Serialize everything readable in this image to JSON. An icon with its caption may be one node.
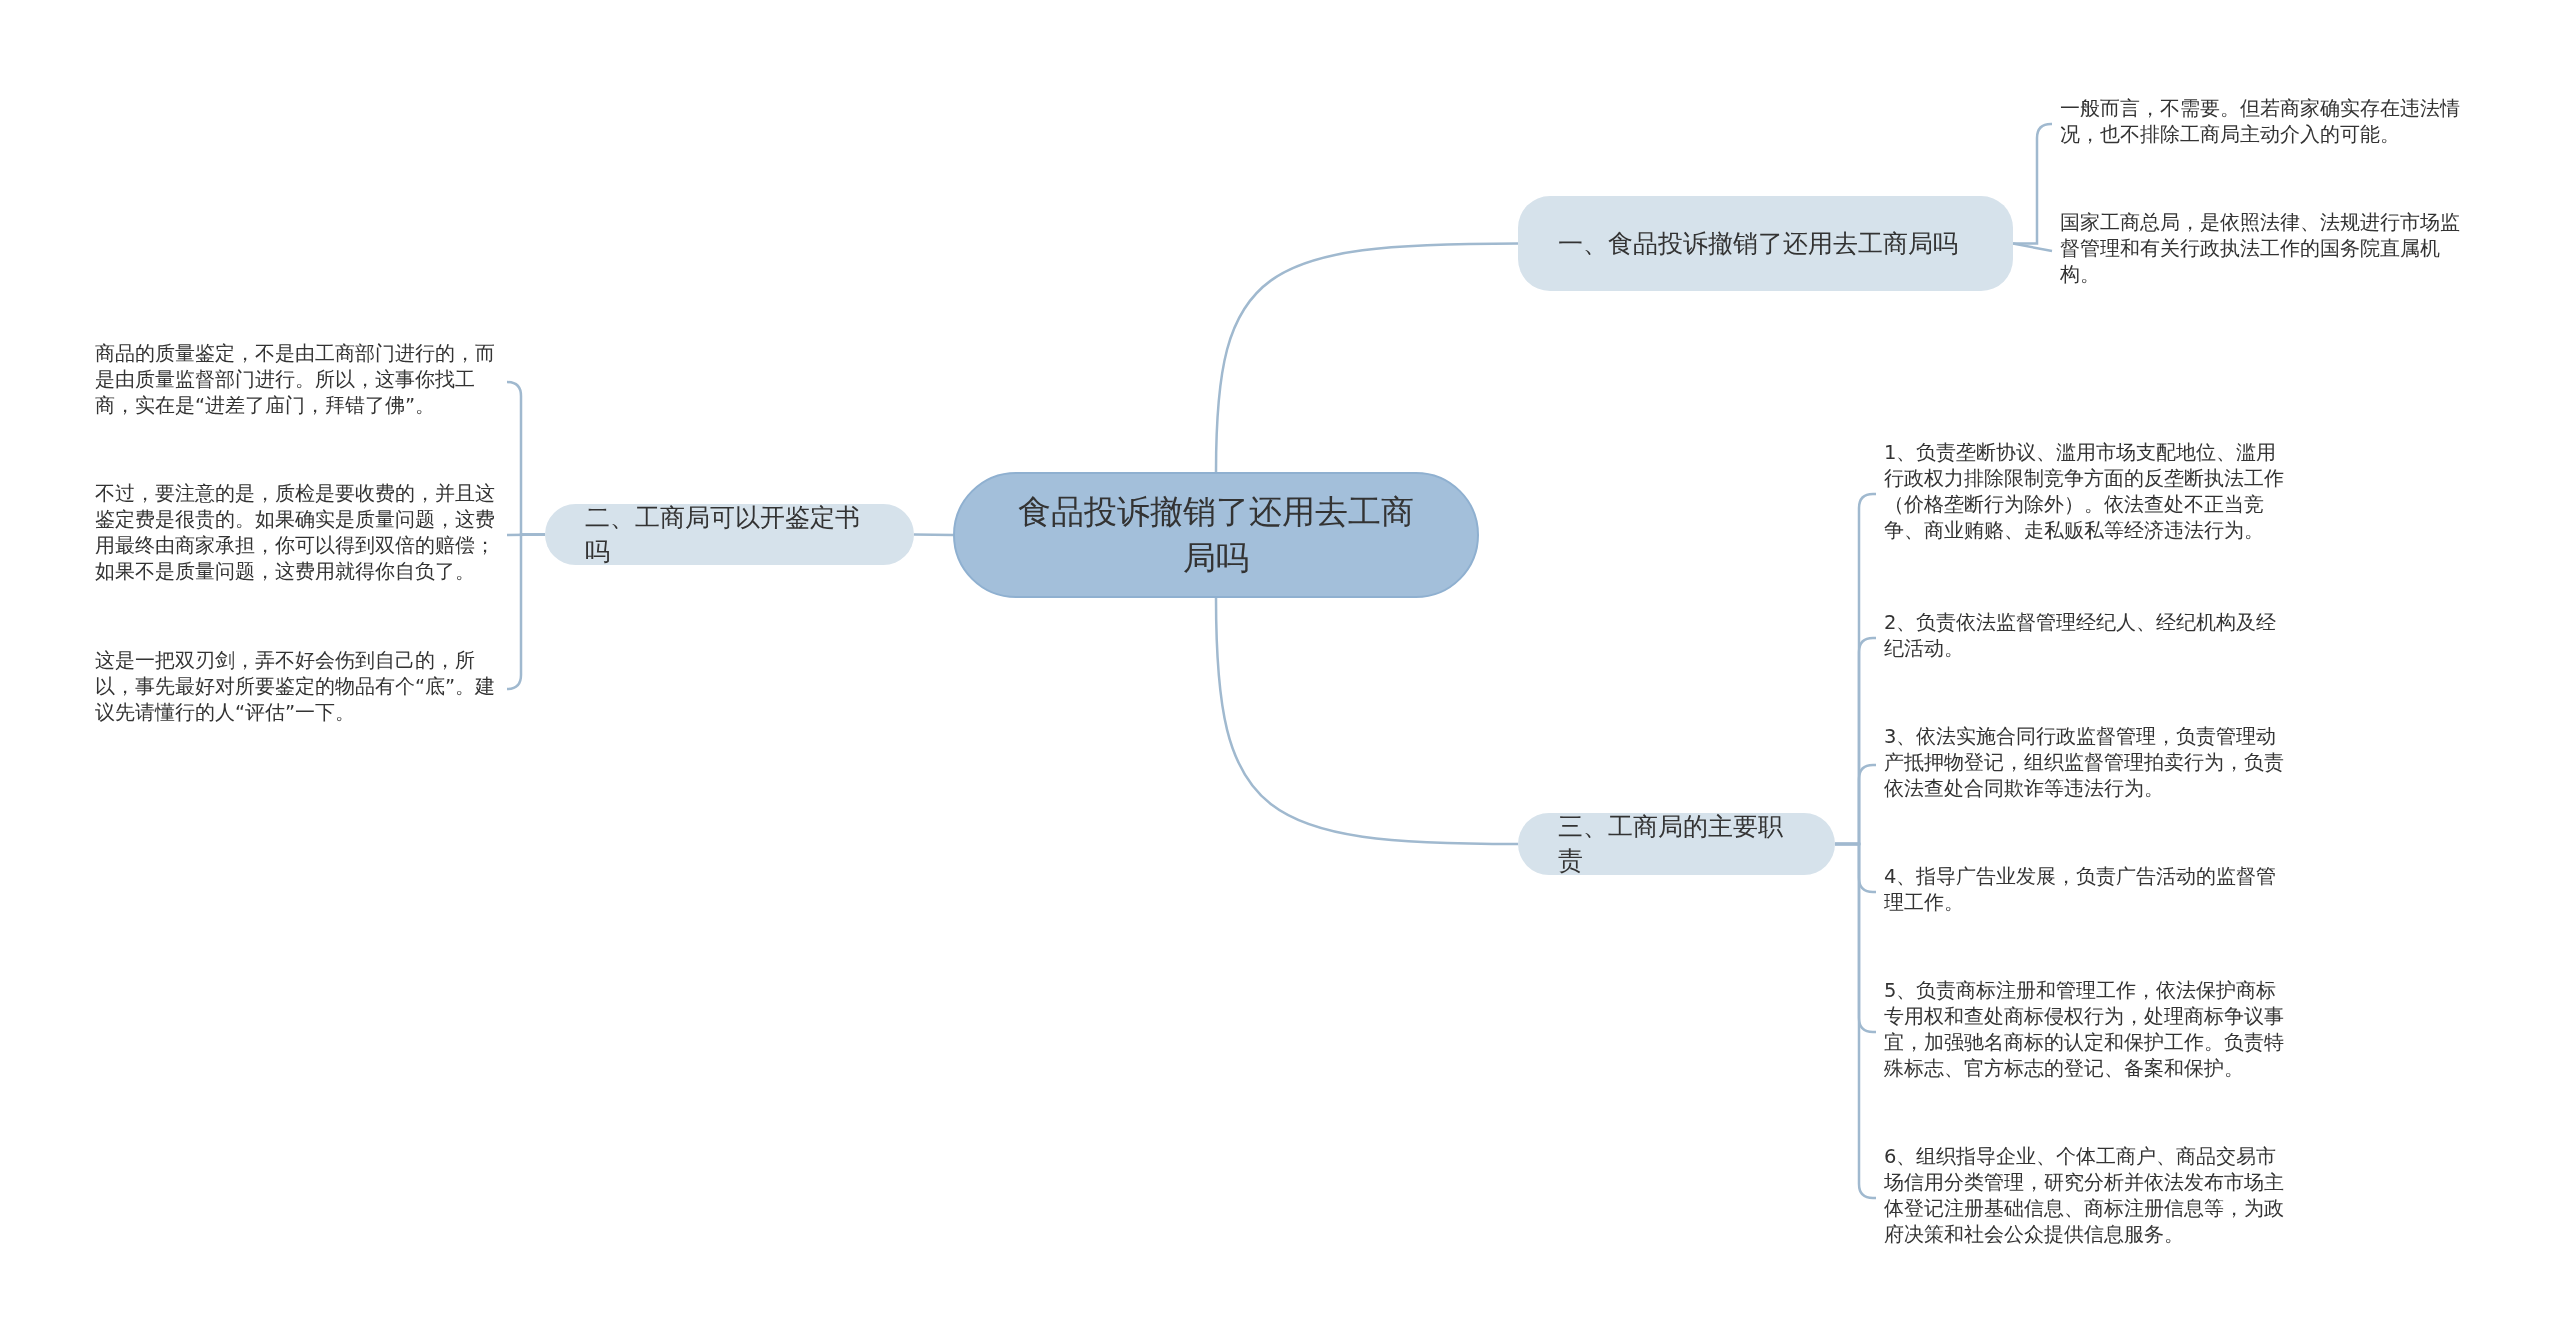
{
  "diagram": {
    "nodes": [
      {
        "text": [
          "食品投诉撤销了还用去工商局吗"
        ]
      },
      {
        "text": [
          "一、食品投诉撤销了还用去工商局吗"
        ]
      },
      {
        "text": [
          "一般而言，不需要。但若商家确实存在违法情况，也不排除工商局主动介入的可能。"
        ]
      },
      {
        "text": [
          "国家工商总局，是依照法律、法规进行市场监督管理和有关行政执法工作的国务院直属机构。"
        ]
      },
      {
        "text": [
          "二、工商局可以开鉴定书吗"
        ]
      },
      {
        "text": [
          "商品的质量鉴定，不是由工商部门进行的，而是由质量监督部门进行。所以，这事你找工商，实在是“进差了庙门，拜错了佛”。"
        ]
      },
      {
        "text": [
          "不过，要注意的是，质检是要收费的，并且这鉴定费是很贵的。如果确实是质量问题，这费用最终由商家承担，你可以得到双倍的赔偿；如果不是质量问题，这费用就得你自负了。"
        ]
      },
      {
        "text": [
          "这是一把双刃剑，弄不好会伤到自己的，所以，事先最好对所要鉴定的物品有个“底”。建议先请懂行的人“评估”一下。"
        ]
      },
      {
        "text": [
          "三、工商局的主要职责"
        ]
      },
      {
        "text": [
          "1、负责垄断协议、滥用市场支配地位、滥用行政权力排除限制竞争方面的反垄断执法工作（价格垄断行为除外）。依法查处不正当竞争、商业贿赂、走私贩私等经济违法行为。"
        ]
      },
      {
        "text": [
          "2、负责依法监督管理经纪人、经纪机构及经纪活动。"
        ]
      },
      {
        "text": [
          "3、依法实施合同行政监督管理，负责管理动产抵押物登记，组织监督管理拍卖行为，负责依法查处合同欺诈等违法行为。"
        ]
      },
      {
        "text": [
          "4、指导广告业发展，负责广告活动的监督管理工作。"
        ]
      },
      {
        "text": [
          "5、负责商标注册和管理工作，依法保护商标专用权和查处商标侵权行为，处理商标争议事宜，加强驰名商标的认定和保护工作。负责特殊标志、官方标志的登记、备案和保护。"
        ]
      },
      {
        "text": [
          "6、组织指导企业、个体工商户、商品交易市场信用分类管理，研究分析并依法发布市场主体登记注册基础信息、商标注册信息等，为政府决策和社会公众提供信息服务。"
        ]
      }
    ],
    "edges": [
      {
        "from": 0,
        "to": 1,
        "arrow": "none"
      },
      {
        "from": 1,
        "to": 2,
        "arrow": "none"
      },
      {
        "from": 1,
        "to": 3,
        "arrow": "none"
      },
      {
        "from": 0,
        "to": 4,
        "arrow": "none"
      },
      {
        "from": 4,
        "to": 5,
        "arrow": "none"
      },
      {
        "from": 4,
        "to": 6,
        "arrow": "none"
      },
      {
        "from": 4,
        "to": 7,
        "arrow": "none"
      },
      {
        "from": 0,
        "to": 8,
        "arrow": "none"
      },
      {
        "from": 8,
        "to": 9,
        "arrow": "none"
      },
      {
        "from": 8,
        "to": 10,
        "arrow": "none"
      },
      {
        "from": 8,
        "to": 11,
        "arrow": "none"
      },
      {
        "from": 8,
        "to": 12,
        "arrow": "none"
      },
      {
        "from": 8,
        "to": 13,
        "arrow": "none"
      },
      {
        "from": 8,
        "to": 14,
        "arrow": "none"
      }
    ]
  }
}
